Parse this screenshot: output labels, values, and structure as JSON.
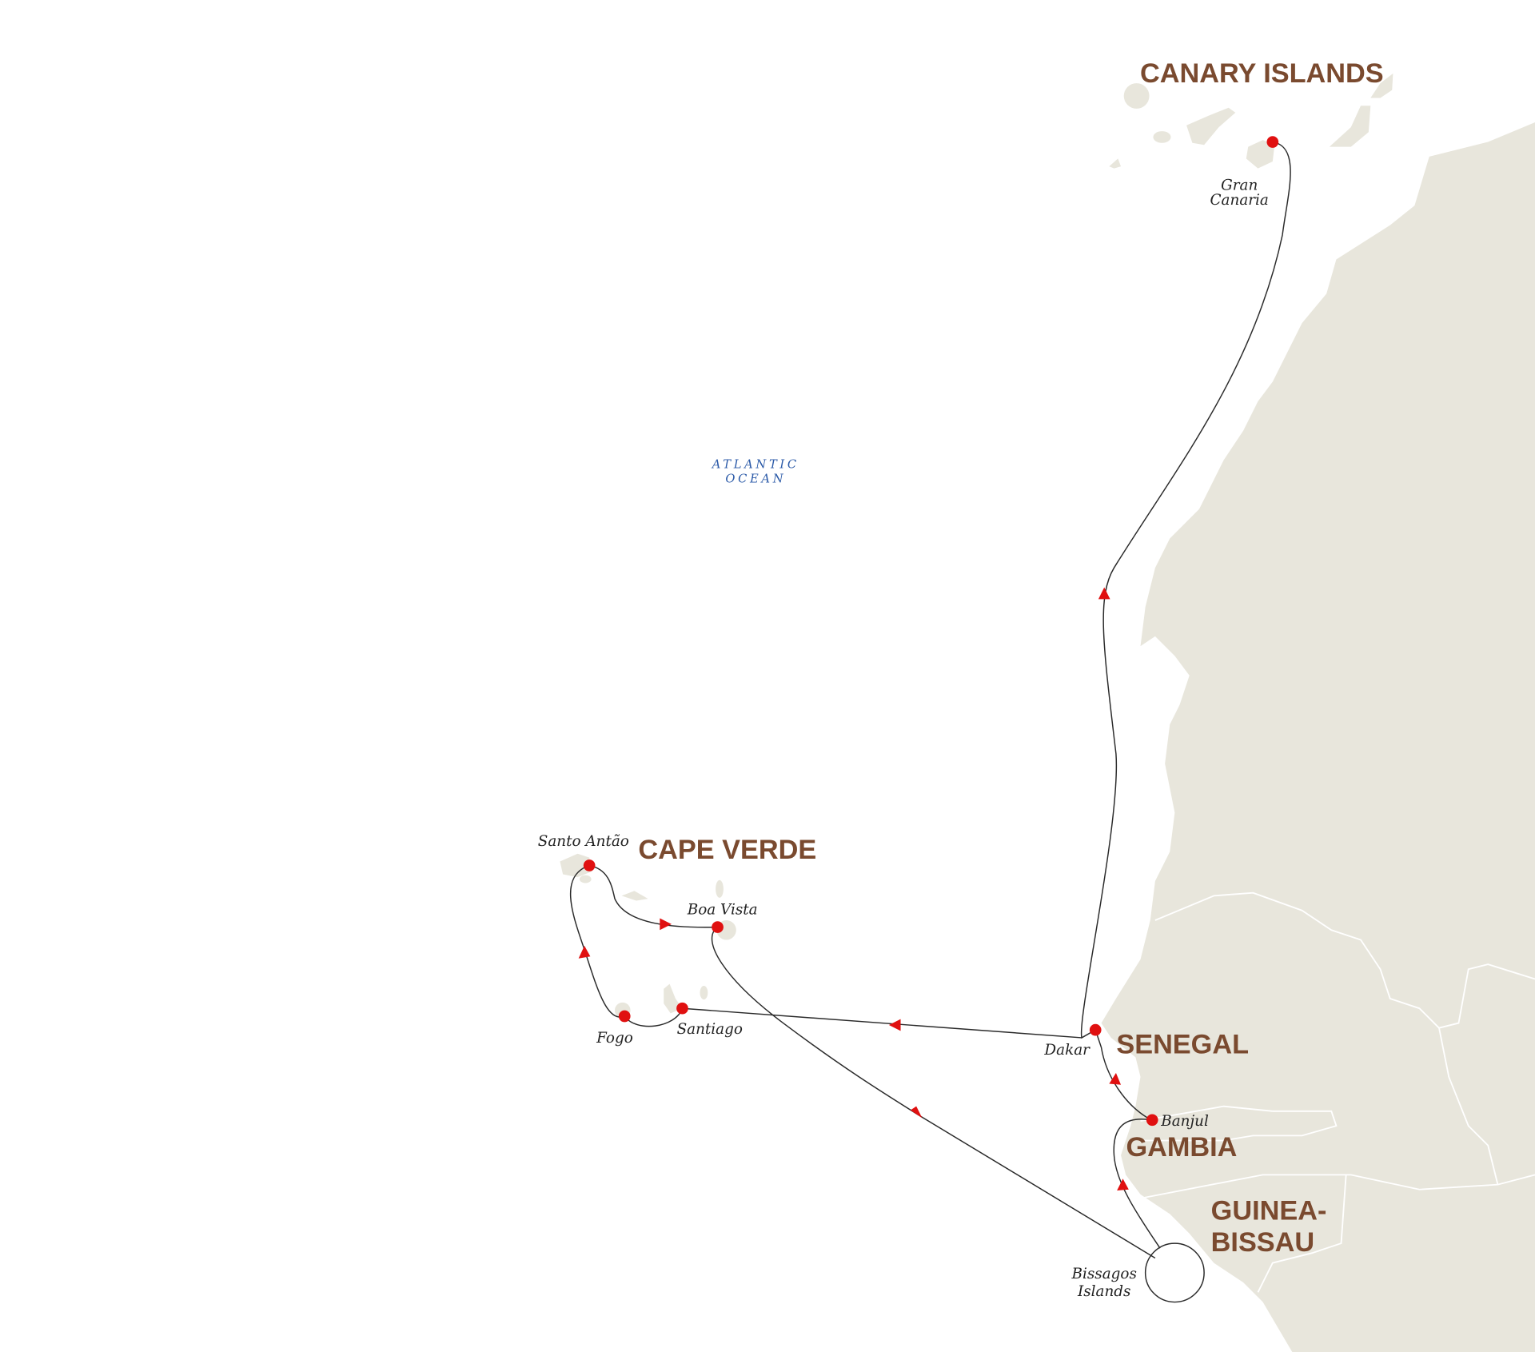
{
  "map": {
    "ocean_label": [
      "ATLANTIC",
      "OCEAN"
    ],
    "regions": {
      "canary_islands": "CANARY ISLANDS",
      "cape_verde": "CAPE VERDE",
      "senegal": "SENEGAL",
      "gambia": "GAMBIA",
      "guinea_bissau": [
        "GUINEA-",
        "BISSAU"
      ]
    },
    "ports": {
      "gran_canaria": [
        "Gran",
        "Canaria"
      ],
      "dakar": "Dakar",
      "banjul": "Banjul",
      "bissagos": [
        "Bissagos",
        "Islands"
      ],
      "boa_vista": "Boa Vista",
      "santo_antao": "Santo Antão",
      "fogo": "Fogo",
      "santiago": "Santiago"
    },
    "colors": {
      "land": "#e8e6dc",
      "route": "#2a2a2a",
      "port_marker": "#e01010",
      "region_label": "#7a4a2f",
      "ocean_label": "#2b5aa8"
    }
  }
}
